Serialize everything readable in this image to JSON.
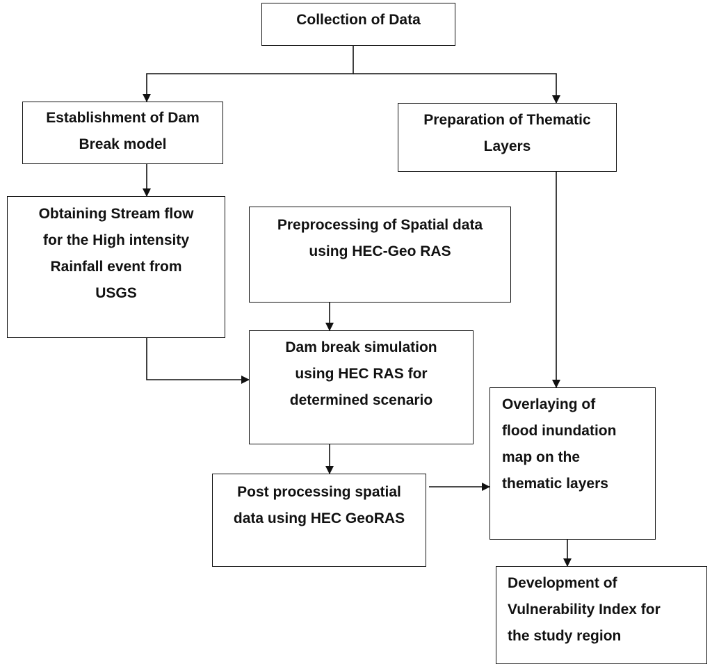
{
  "diagram": {
    "type": "flowchart",
    "line_color": "#111111",
    "nodes": {
      "collection": "Collection of Data",
      "dam_break_model": "Establishment of Dam\nBreak model",
      "thematic_layers": "Preparation of Thematic\nLayers",
      "stream_flow": "Obtaining Stream flow\nfor the High intensity\nRainfall event from\nUSGS",
      "preprocessing": "Preprocessing of Spatial data\nusing HEC-Geo RAS",
      "simulation": "Dam break simulation\nusing HEC RAS for\ndetermined scenario",
      "overlaying": "Overlaying of\nflood inundation\nmap on the\nthematic layers",
      "post_processing": "Post processing spatial\ndata using HEC GeoRAS",
      "vulnerability": "Development of\nVulnerability Index for\nthe study region"
    },
    "edges": [
      {
        "from": "collection",
        "to": "dam_break_model"
      },
      {
        "from": "collection",
        "to": "thematic_layers"
      },
      {
        "from": "dam_break_model",
        "to": "stream_flow"
      },
      {
        "from": "thematic_layers",
        "to": "overlaying"
      },
      {
        "from": "preprocessing",
        "to": "simulation"
      },
      {
        "from": "stream_flow",
        "to": "simulation"
      },
      {
        "from": "simulation",
        "to": "post_processing"
      },
      {
        "from": "post_processing",
        "to": "overlaying"
      },
      {
        "from": "overlaying",
        "to": "vulnerability"
      }
    ]
  }
}
